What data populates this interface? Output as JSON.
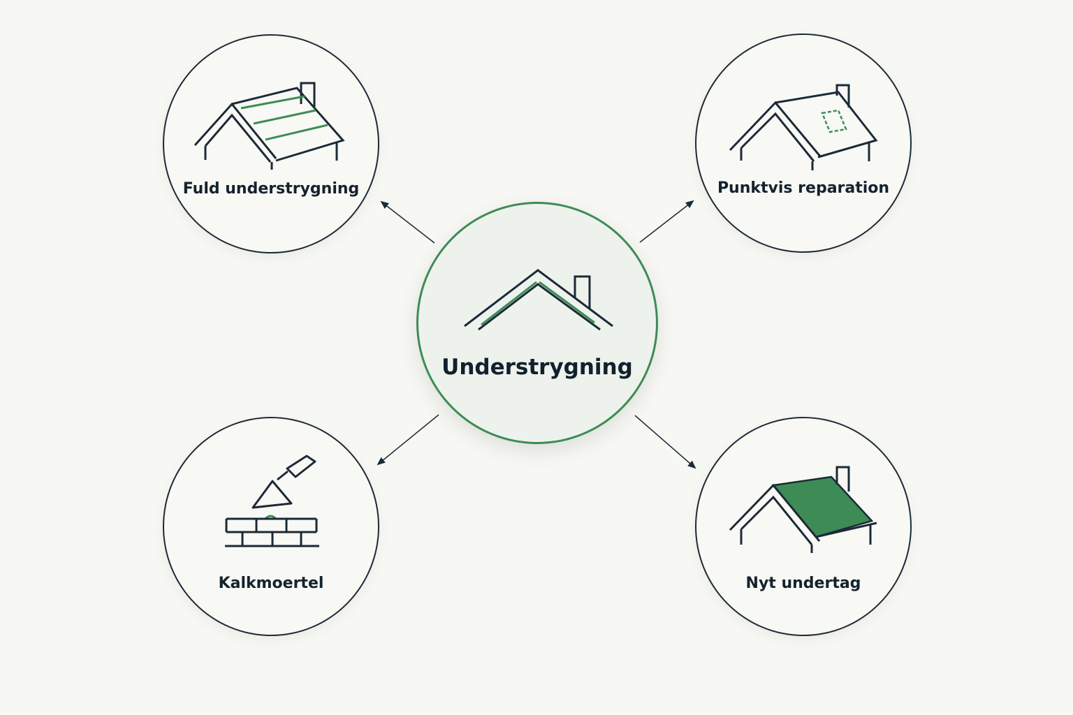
{
  "center": {
    "label": "Understrygning",
    "icon": "roof-ridge-icon"
  },
  "nodes": {
    "top_left": {
      "label": "Fuld understrygning",
      "icon": "roof-striped-icon"
    },
    "top_right": {
      "label": "Punktvis reparation",
      "icon": "roof-patch-icon"
    },
    "bottom_left": {
      "label": "Kalkmoertel",
      "icon": "trowel-bricks-icon"
    },
    "bottom_right": {
      "label": "Nyt undertag",
      "icon": "roof-filled-icon"
    }
  },
  "colors": {
    "accent": "#3d8c55",
    "ink": "#1b2a38",
    "background": "#f7f7f3"
  }
}
